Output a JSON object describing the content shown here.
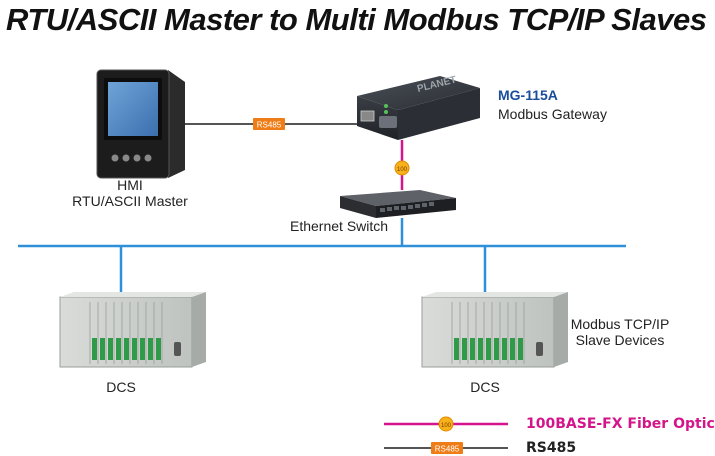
{
  "title": "RTU/ASCII Master to Multi Modbus TCP/IP Slaves",
  "hmi": {
    "line1": "HMI",
    "line2": "RTU/ASCII Master"
  },
  "gateway": {
    "model": "MG-115A",
    "name": "Modbus Gateway",
    "brand": "PLANET"
  },
  "switch": {
    "name": "Ethernet Switch"
  },
  "slaves": {
    "line1": "Modbus TCP/IP",
    "line2": "Slave Devices"
  },
  "dcs": [
    {
      "label": "DCS"
    },
    {
      "label": "DCS"
    }
  ],
  "badges": {
    "rs485": "RS485",
    "fiber": "100"
  },
  "legend": [
    {
      "label": "100BASE-FX Fiber Optic",
      "badge": "100",
      "color": "#d4148a"
    },
    {
      "label": "RS485",
      "badge": "RS485",
      "color": "#555555"
    }
  ],
  "colors": {
    "ethernet": "#2f8fd8",
    "fiber": "#d4148a",
    "rs485": "#555555",
    "badge_orange": "#ef7d17",
    "model_blue": "#1a4c9c"
  }
}
